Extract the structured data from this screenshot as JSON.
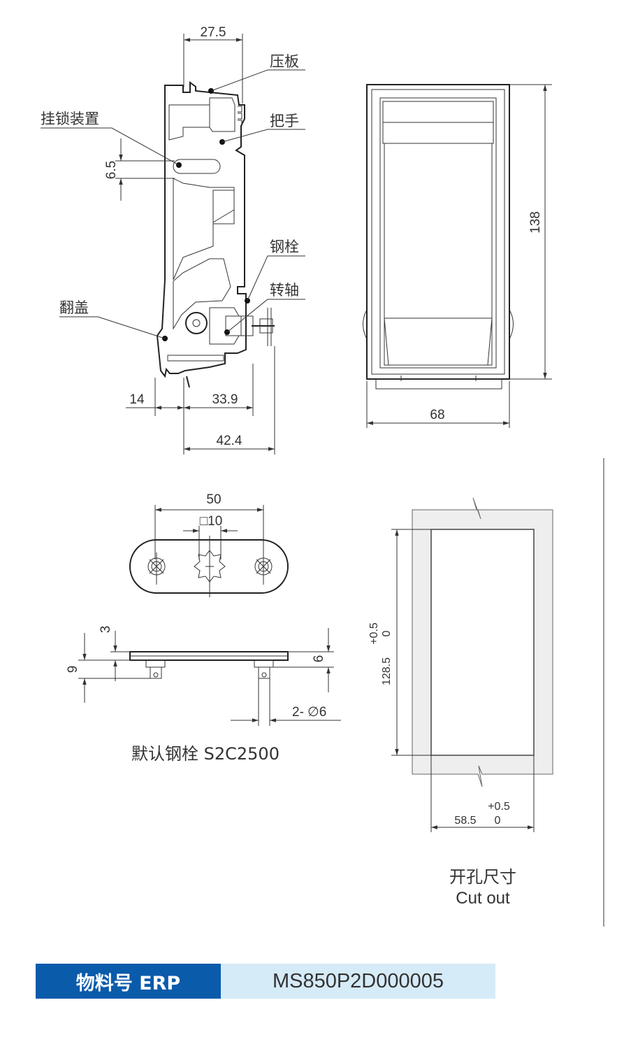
{
  "side_view": {
    "dim_top": "27.5",
    "dim_height_slot": "6.5",
    "dim_bottom_left": "14",
    "dim_bottom_mid": "33.9",
    "dim_bottom_total": "42.4",
    "callouts": {
      "pressure_plate": "压板",
      "padlock": "挂锁装置",
      "handle": "把手",
      "steel_pin": "钢栓",
      "shaft": "转轴",
      "flip_cover": "翻盖"
    }
  },
  "front_view": {
    "dim_height": "138",
    "dim_width": "68"
  },
  "plate_view": {
    "dim_width": "50",
    "dim_square": "□10",
    "dim_3": "3",
    "dim_9": "9",
    "dim_6": "6",
    "dim_holes": "2- ∅6",
    "caption": "默认钢栓 S2C2500"
  },
  "cutout_view": {
    "height_value": "128.5",
    "height_tol_upper": "+0.5",
    "height_tol_lower": "0",
    "width_value": "58.5",
    "width_tol_upper": "+0.5",
    "width_tol_lower": "0",
    "caption_cn": "开孔尺寸",
    "caption_en": "Cut out"
  },
  "erp": {
    "label": "物料号 ERP",
    "value": "MS850P2D000005"
  },
  "colors": {
    "erp_label_bg": "#0b5bab",
    "erp_value_bg": "#d6ebf8",
    "line": "#333333"
  }
}
